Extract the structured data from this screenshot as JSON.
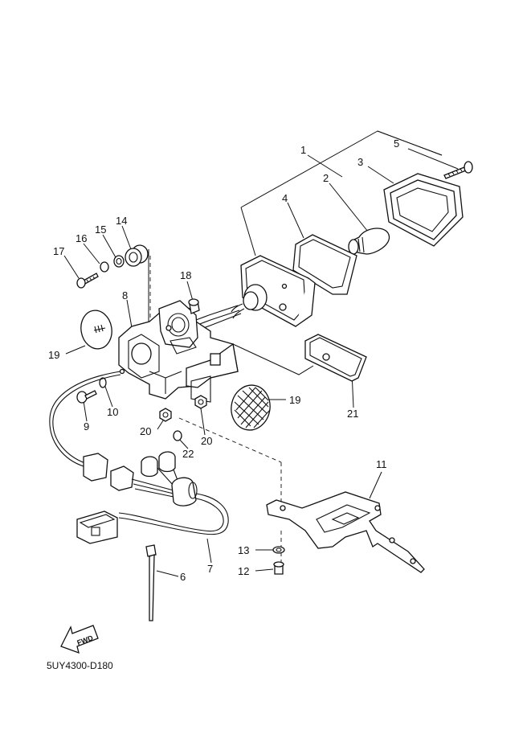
{
  "diagram": {
    "drawing_code": "5UY4300-D180",
    "fwd_arrow_label": "FWD",
    "callouts": {
      "c1": "1",
      "c2": "2",
      "c3": "3",
      "c4": "4",
      "c5": "5",
      "c6": "6",
      "c7": "7",
      "c8": "8",
      "c9": "9",
      "c10": "10",
      "c11": "11",
      "c12": "12",
      "c13": "13",
      "c14": "14",
      "c15": "15",
      "c16": "16",
      "c17": "17",
      "c18": "18",
      "c19a": "19",
      "c19b": "19",
      "c20a": "20",
      "c20b": "20",
      "c21": "21",
      "c22": "22"
    }
  }
}
